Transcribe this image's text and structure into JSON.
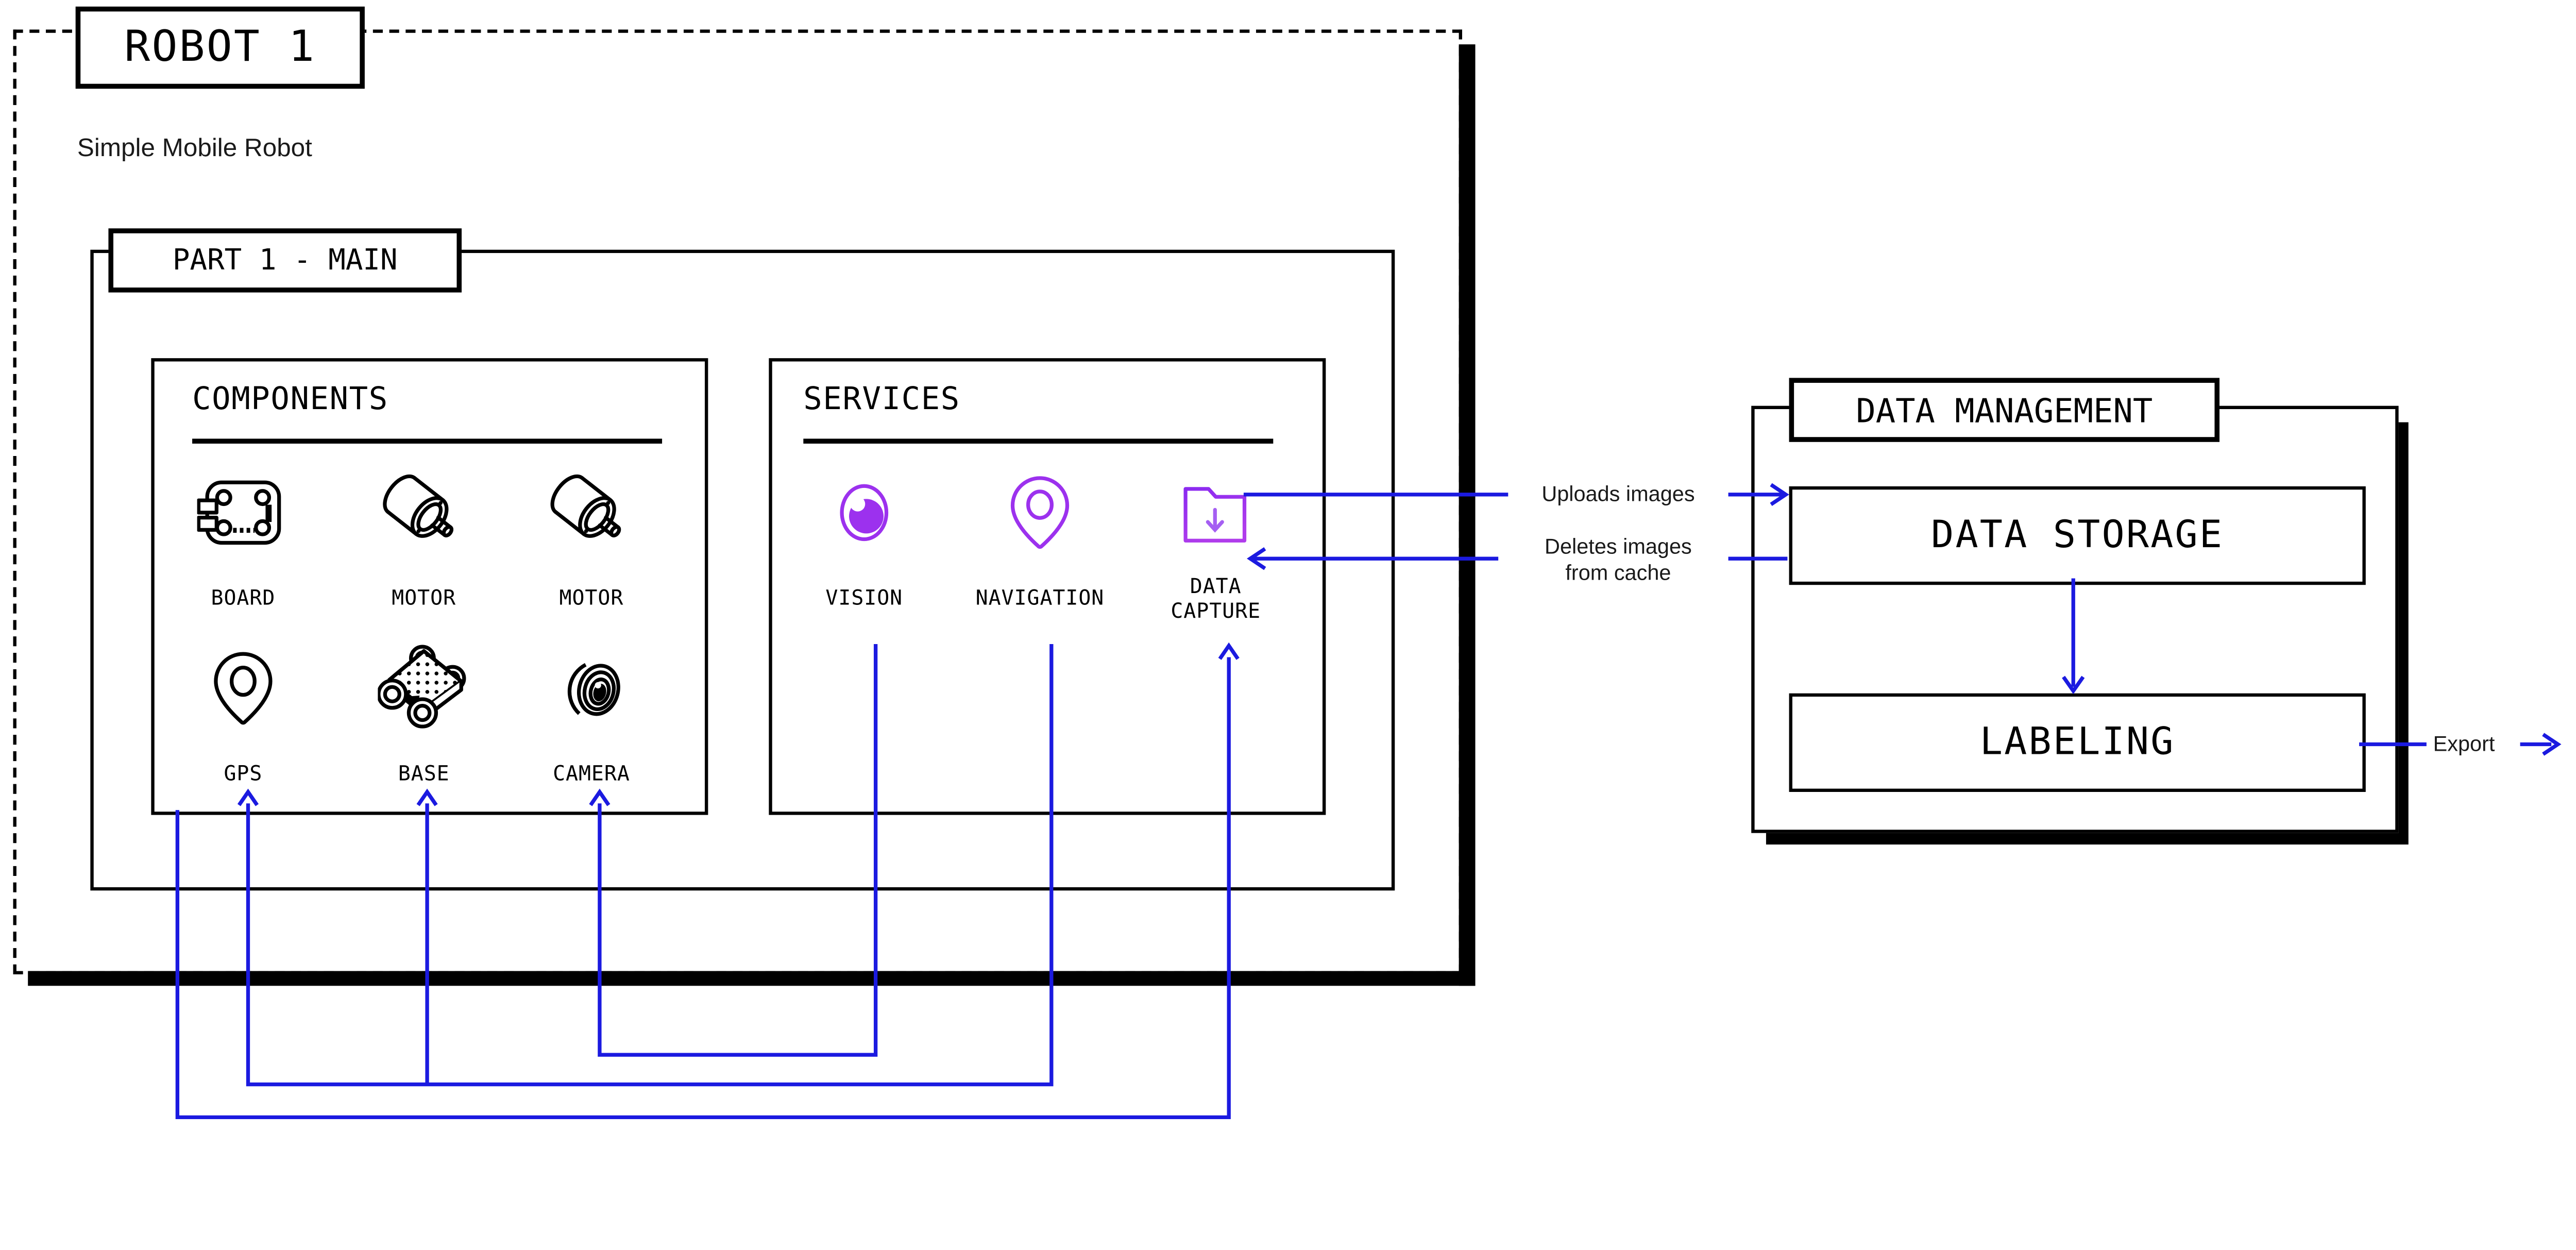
{
  "colors": {
    "accent-blue": "#1b1ae0",
    "accent-purple": "#9c31ee",
    "accent-purple-light": "#a55ff2",
    "ink": "#000000"
  },
  "robot": {
    "title": "ROBOT 1",
    "subtitle": "Simple Mobile Robot"
  },
  "part1": {
    "title": "PART 1 - MAIN",
    "components": {
      "title": "COMPONENTS",
      "items": [
        {
          "label": "BOARD",
          "icon": "board-icon"
        },
        {
          "label": "MOTOR",
          "icon": "motor-icon"
        },
        {
          "label": "MOTOR",
          "icon": "motor-icon"
        },
        {
          "label": "GPS",
          "icon": "gps-pin-icon"
        },
        {
          "label": "BASE",
          "icon": "rover-base-icon"
        },
        {
          "label": "CAMERA",
          "icon": "camera-lens-icon"
        }
      ]
    },
    "services": {
      "title": "SERVICES",
      "items": [
        {
          "label": "VISION",
          "icon": "vision-eye-icon"
        },
        {
          "label": "NAVIGATION",
          "icon": "navigation-pin-icon"
        },
        {
          "label": "DATA CAPTURE",
          "icon": "data-capture-folder-icon"
        }
      ]
    }
  },
  "data_management": {
    "title": "DATA MANAGEMENT",
    "storage_label": "DATA STORAGE",
    "labeling_label": "LABELING"
  },
  "edges": {
    "uploads": "Uploads images",
    "deletes_line1": "Deletes images",
    "deletes_line2": "from cache",
    "export": "Export"
  }
}
